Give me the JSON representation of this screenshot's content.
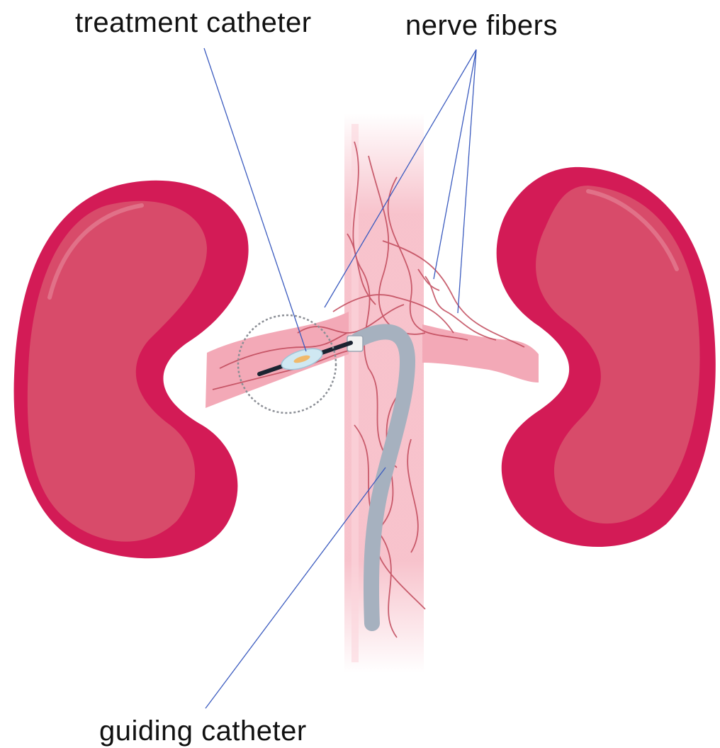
{
  "labels": {
    "treatment_catheter": "treatment catheter",
    "nerve_fibers": "nerve fibers",
    "guiding_catheter": "guiding catheter"
  },
  "colors": {
    "kidney_outer": "#d31b56",
    "kidney_inner": "#d84b6a",
    "vessel": "#f6b8c3",
    "nerve": "#c0485a",
    "catheter": "#a8b3c0",
    "leader_line": "#3b5bbf"
  }
}
